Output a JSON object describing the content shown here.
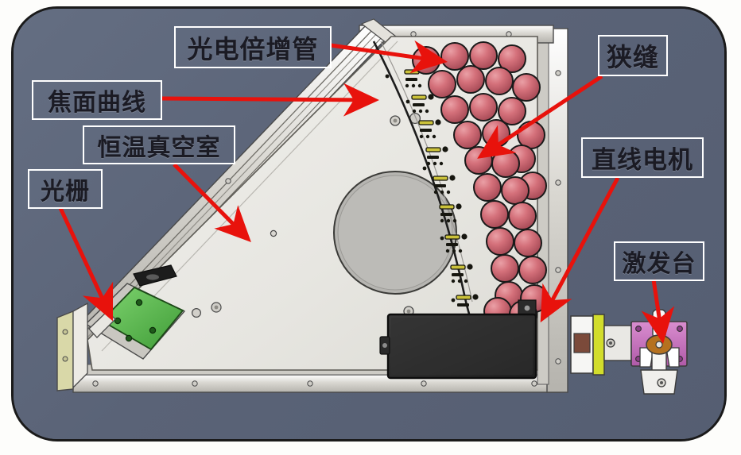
{
  "figure": {
    "kind": "annotated-photograph-diagram",
    "subject": "Spectrometer vacuum chamber interior with photomultiplier tube array",
    "background_color": "#ffffff",
    "panel_color": "#5e687c",
    "callout_color": "#e8120c",
    "label_border_color": "#ffffff",
    "label_text_color": "#1b1b24"
  },
  "labels": {
    "pmt": "光电倍增管",
    "focal_curve": "焦面曲线",
    "vacuum_chamber": "恒温真空室",
    "grating": "光栅",
    "slit": "狭缝",
    "linear_motor": "直线电机",
    "excitation_stage": "激发台"
  },
  "parts": {
    "base_plate_color": "#e9e8e4",
    "frame_rail_color": "#d8d6d0",
    "circular_mirror_color": "#b3b3b3",
    "pmt_sphere_color": "#d4707a",
    "grating_board_color": "#55b84a",
    "linear_motor_color": "#2b2b2b",
    "stage_block_color": "#c070b8",
    "side_panel_color": "#d9d8a8"
  }
}
